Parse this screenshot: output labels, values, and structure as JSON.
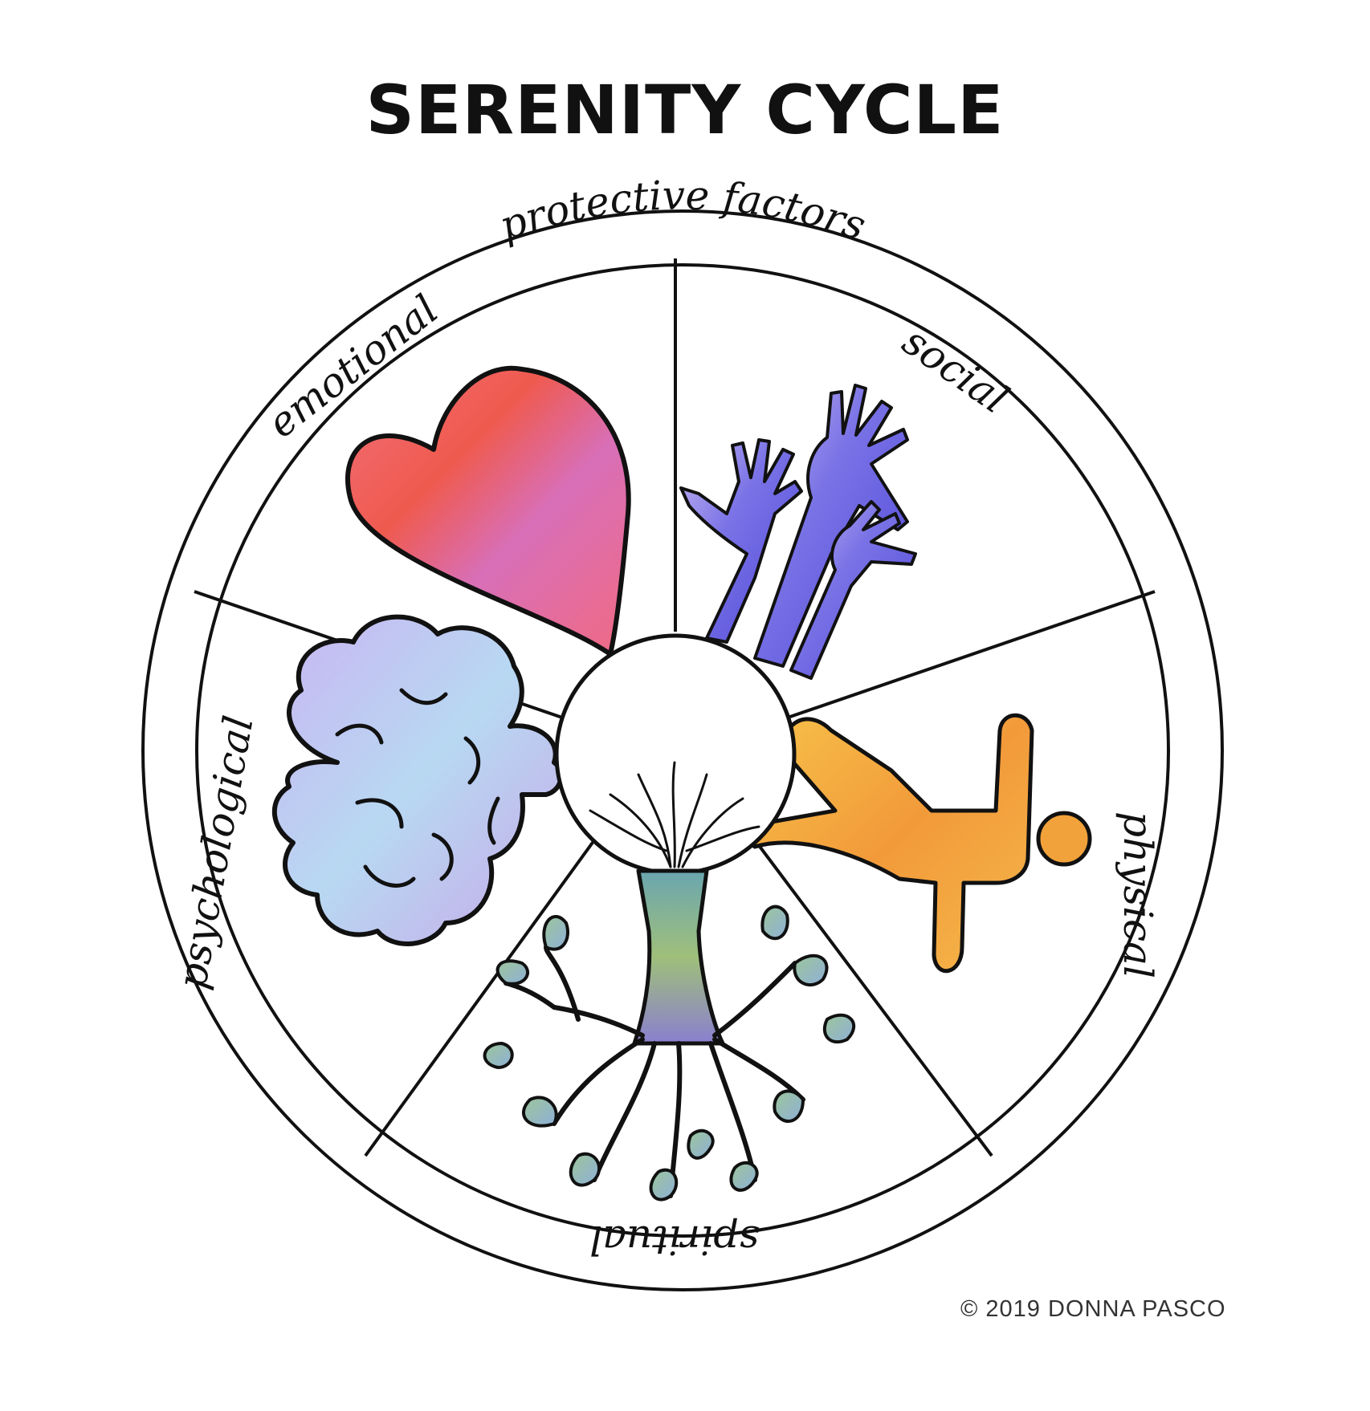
{
  "title": "SERENITY CYCLE",
  "ring_label": "protective factors",
  "segments": [
    {
      "id": "emotional",
      "label": "emotional",
      "icon": "heart-icon",
      "color": "#e94b6c"
    },
    {
      "id": "social",
      "label": "social",
      "icon": "raised-hands-icon",
      "color": "#6f63e0"
    },
    {
      "id": "physical",
      "label": "physical",
      "icon": "stretching-figure-icon",
      "color": "#f2a53a"
    },
    {
      "id": "spiritual",
      "label": "spiritual",
      "icon": "tree-roots-icon",
      "color": "#7fb5a0"
    },
    {
      "id": "psychological",
      "label": "psychological",
      "icon": "brain-icon",
      "color": "#b9b3ef"
    }
  ],
  "copyright": "© 2019 DONNA PASCO"
}
